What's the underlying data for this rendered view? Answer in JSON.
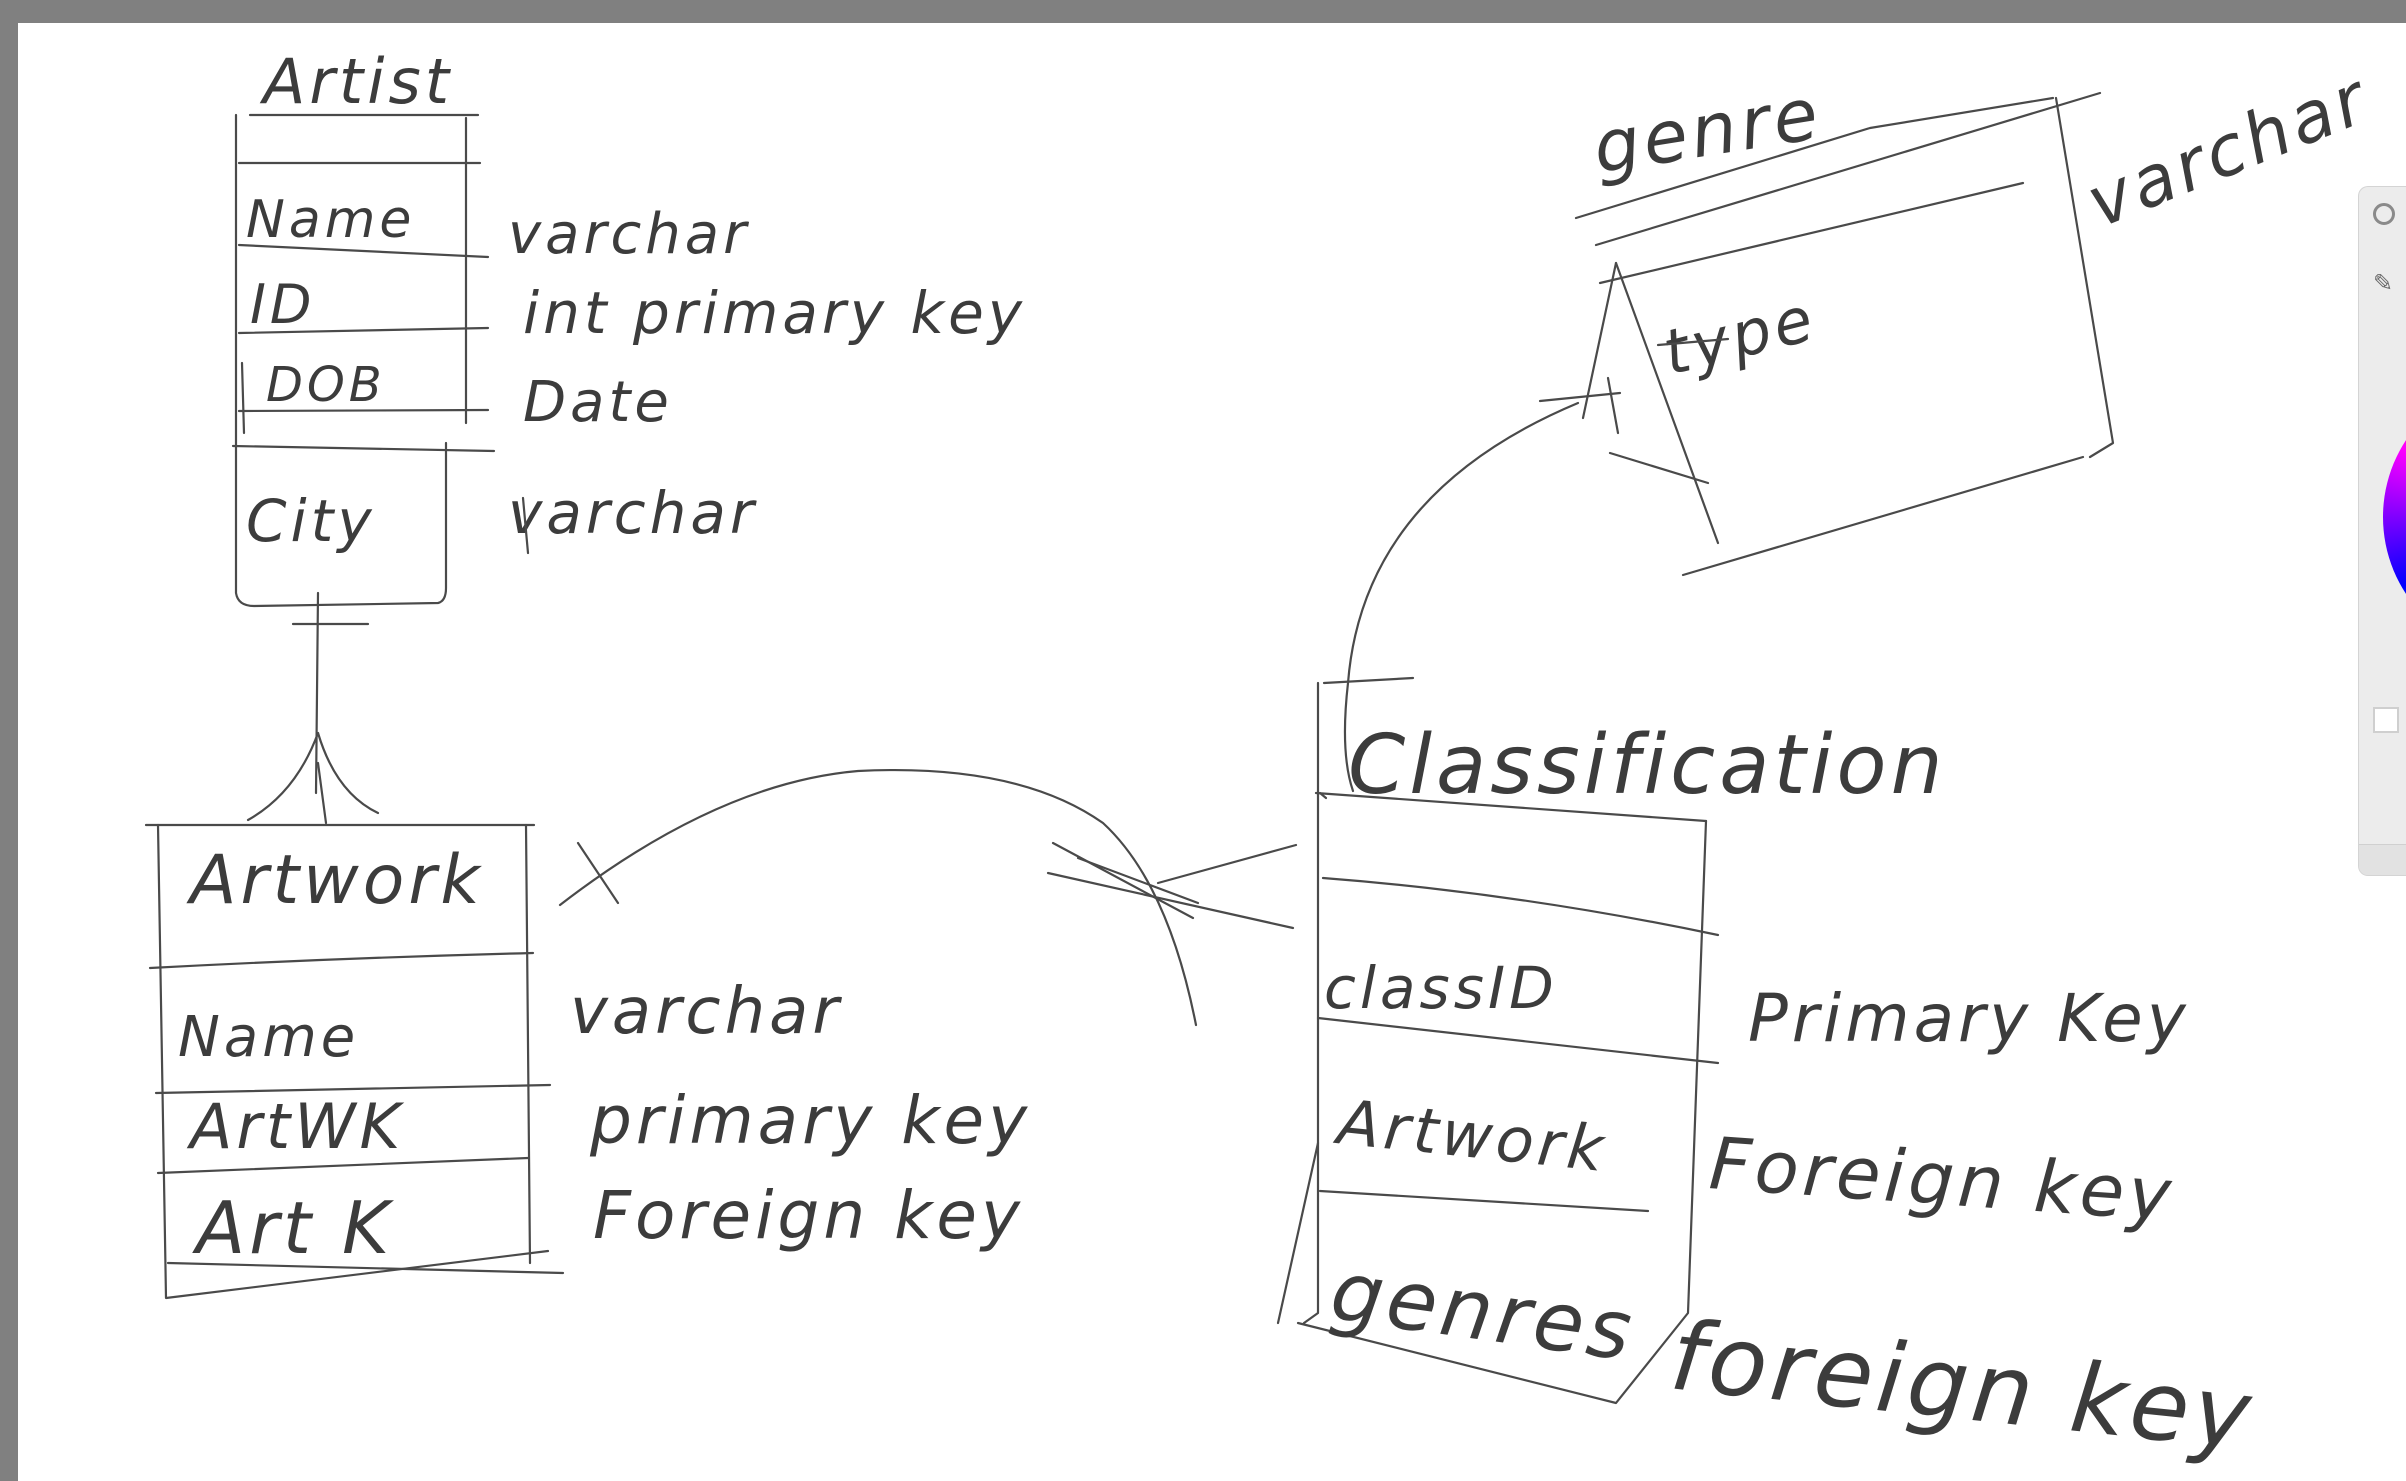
{
  "page": {
    "background": "#808080",
    "canvas_color": "#ffffff",
    "ink_color": "#4a4a4a"
  },
  "artist": {
    "title": "Artist",
    "fields": [
      {
        "name": "Name",
        "type": "varchar"
      },
      {
        "name": "ID",
        "type": "int primary key"
      },
      {
        "name": "DOB",
        "type": "Date"
      },
      {
        "name": "City",
        "type": "varchar"
      }
    ]
  },
  "artwork": {
    "title": "Artwork",
    "fields": [
      {
        "name": "Name",
        "type": "varchar"
      },
      {
        "name": "ArtWK",
        "type": "primary key"
      },
      {
        "name": "Art K",
        "type": "Foreign key"
      }
    ]
  },
  "genre": {
    "title": "genre",
    "fields": [
      {
        "name": "type",
        "type": "varchar"
      }
    ]
  },
  "classification": {
    "title": "Classification",
    "fields": [
      {
        "name": "classID",
        "type": "Primary Key"
      },
      {
        "name": "Artwork",
        "type": "Foreign key"
      },
      {
        "name": "genres",
        "type": "foreign key"
      }
    ]
  },
  "tool_panel": {
    "icons": [
      "circle-tool-icon",
      "eyedropper-icon",
      "color-wheel"
    ],
    "eyedropper_glyph": "✎"
  }
}
